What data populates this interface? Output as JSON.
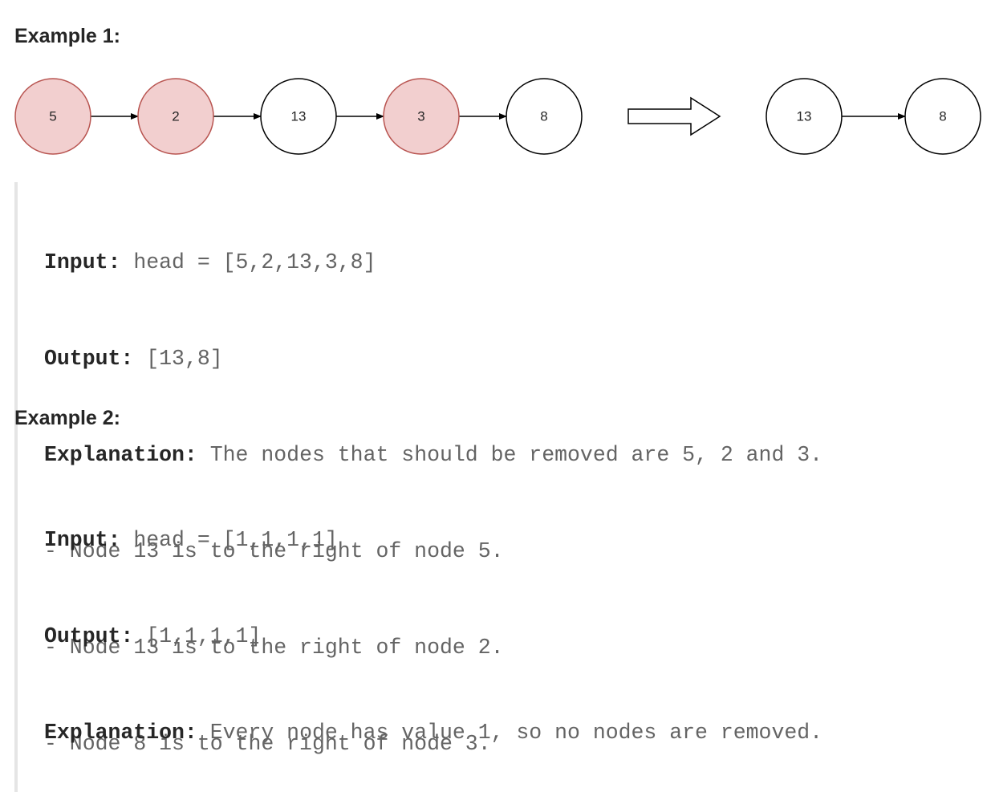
{
  "example1": {
    "title": "Example 1:",
    "diagram": {
      "before": [
        {
          "value": "5",
          "removed": true
        },
        {
          "value": "2",
          "removed": true
        },
        {
          "value": "13",
          "removed": false
        },
        {
          "value": "3",
          "removed": true
        },
        {
          "value": "8",
          "removed": false
        }
      ],
      "after": [
        {
          "value": "13"
        },
        {
          "value": "8"
        }
      ],
      "colors": {
        "removed_fill": "#f2cfcf",
        "removed_stroke": "#b85450",
        "normal_fill": "#ffffff",
        "stroke": "#000000"
      }
    },
    "input_label": "Input:",
    "input_value": " head = [5,2,13,3,8]",
    "output_label": "Output:",
    "output_value": " [13,8]",
    "explanation_label": "Explanation:",
    "explanation_value": " The nodes that should be removed are 5, 2 and 3.",
    "bullets": [
      "- Node 13 is to the right of node 5.",
      "- Node 13 is to the right of node 2.",
      "- Node 8 is to the right of node 3."
    ]
  },
  "example2": {
    "title": "Example 2:",
    "input_label": "Input:",
    "input_value": " head = [1,1,1,1]",
    "output_label": "Output:",
    "output_value": " [1,1,1,1]",
    "explanation_label": "Explanation:",
    "explanation_value": " Every node has value 1, so no nodes are removed."
  }
}
